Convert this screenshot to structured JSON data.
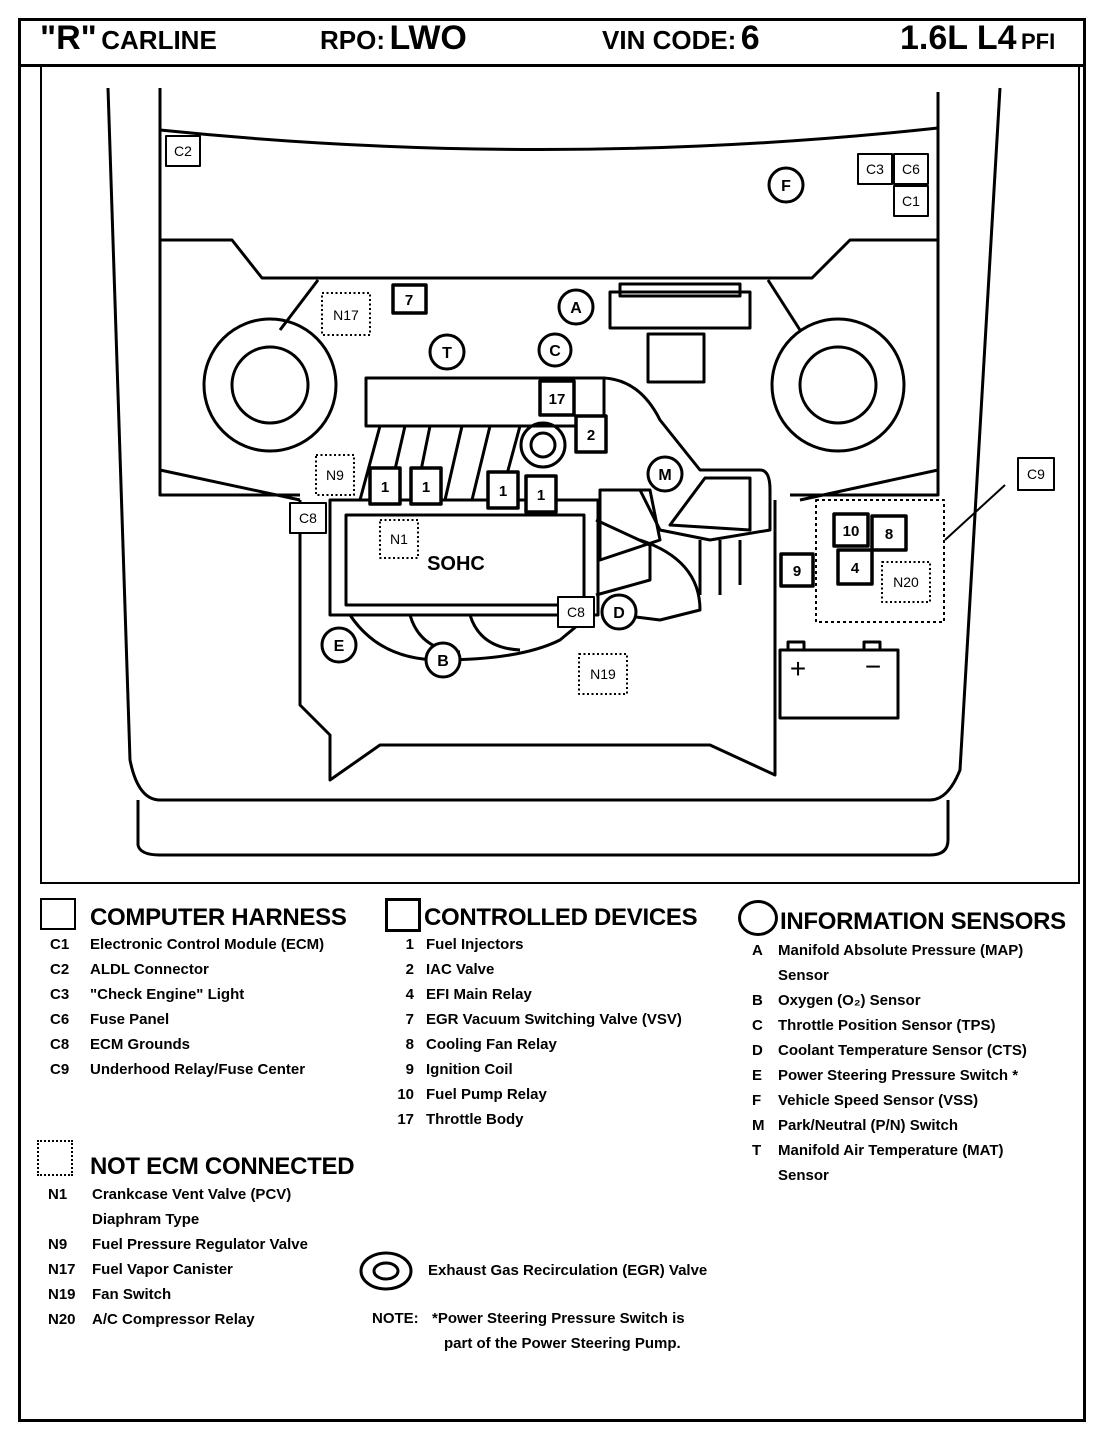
{
  "header": {
    "carline_quote": "\"R\"",
    "carline_label": "CARLINE",
    "rpo_label": "RPO:",
    "rpo_value": "LWO",
    "vin_label": "VIN CODE:",
    "vin_value": "6",
    "engine": "1.6L  L4",
    "injection": "PFI"
  },
  "diagram": {
    "engine_label": "SOHC",
    "battery_plus": "+",
    "battery_minus": "−",
    "harness_labels": [
      "C2",
      "C3",
      "C6",
      "C1",
      "C8",
      "C8",
      "C9"
    ],
    "device_labels": [
      "7",
      "17",
      "2",
      "1",
      "1",
      "1",
      "1",
      "10",
      "8",
      "4",
      "9"
    ],
    "sensor_labels": [
      "F",
      "A",
      "T",
      "C",
      "M",
      "D",
      "E",
      "B"
    ],
    "non_ecm_labels": [
      "N17",
      "N9",
      "N1",
      "N19",
      "N20"
    ]
  },
  "legend": {
    "computer_harness": {
      "title": "COMPUTER HARNESS",
      "items": [
        {
          "code": "C1",
          "desc": "Electronic Control Module (ECM)"
        },
        {
          "code": "C2",
          "desc": "ALDL  Connector"
        },
        {
          "code": "C3",
          "desc": " \"Check Engine\" Light"
        },
        {
          "code": "C6",
          "desc": "Fuse Panel"
        },
        {
          "code": "C8",
          "desc": "ECM Grounds"
        },
        {
          "code": "C9",
          "desc": "Underhood Relay/Fuse Center"
        }
      ]
    },
    "controlled_devices": {
      "title": "CONTROLLED DEVICES",
      "items": [
        {
          "code": "1",
          "desc": "Fuel Injectors"
        },
        {
          "code": "2",
          "desc": "IAC Valve"
        },
        {
          "code": "4",
          "desc": "EFI Main Relay"
        },
        {
          "code": "7",
          "desc": "EGR Vacuum Switching Valve (VSV)"
        },
        {
          "code": "8",
          "desc": "Cooling Fan Relay"
        },
        {
          "code": "9",
          "desc": "Ignition Coil"
        },
        {
          "code": "10",
          "desc": "Fuel Pump Relay"
        },
        {
          "code": "17",
          "desc": "Throttle Body"
        }
      ]
    },
    "information_sensors": {
      "title": "INFORMATION SENSORS",
      "items": [
        {
          "code": "A",
          "desc": "Manifold Absolute Pressure (MAP)"
        },
        {
          "code": "",
          "desc": "Sensor"
        },
        {
          "code": "B",
          "desc": "Oxygen (O₂) Sensor"
        },
        {
          "code": "C",
          "desc": "Throttle Position Sensor (TPS)"
        },
        {
          "code": "D",
          "desc": "Coolant Temperature Sensor (CTS)"
        },
        {
          "code": "E",
          "desc": "Power Steering Pressure Switch *"
        },
        {
          "code": "F",
          "desc": "Vehicle Speed Sensor (VSS)"
        },
        {
          "code": "M",
          "desc": "Park/Neutral (P/N) Switch"
        },
        {
          "code": "T",
          "desc": "Manifold Air Temperature  (MAT)"
        },
        {
          "code": "",
          "desc": "Sensor"
        }
      ]
    },
    "not_ecm_connected": {
      "title": "NOT ECM CONNECTED",
      "items": [
        {
          "code": "N1",
          "desc": "Crankcase Vent Valve  (PCV)"
        },
        {
          "code": "",
          "desc": "Diaphram Type"
        },
        {
          "code": "N9",
          "desc": "Fuel Pressure Regulator Valve"
        },
        {
          "code": "N17",
          "desc": "Fuel Vapor Canister"
        },
        {
          "code": "N19",
          "desc": "Fan Switch"
        },
        {
          "code": "N20",
          "desc": "A/C Compressor Relay"
        }
      ]
    },
    "egr": {
      "desc": "Exhaust Gas Recirculation (EGR) Valve"
    },
    "note": {
      "label": "NOTE:",
      "line1": "*Power  Steering  Pressure  Switch  is",
      "line2": "part of the Power Steering Pump."
    }
  }
}
